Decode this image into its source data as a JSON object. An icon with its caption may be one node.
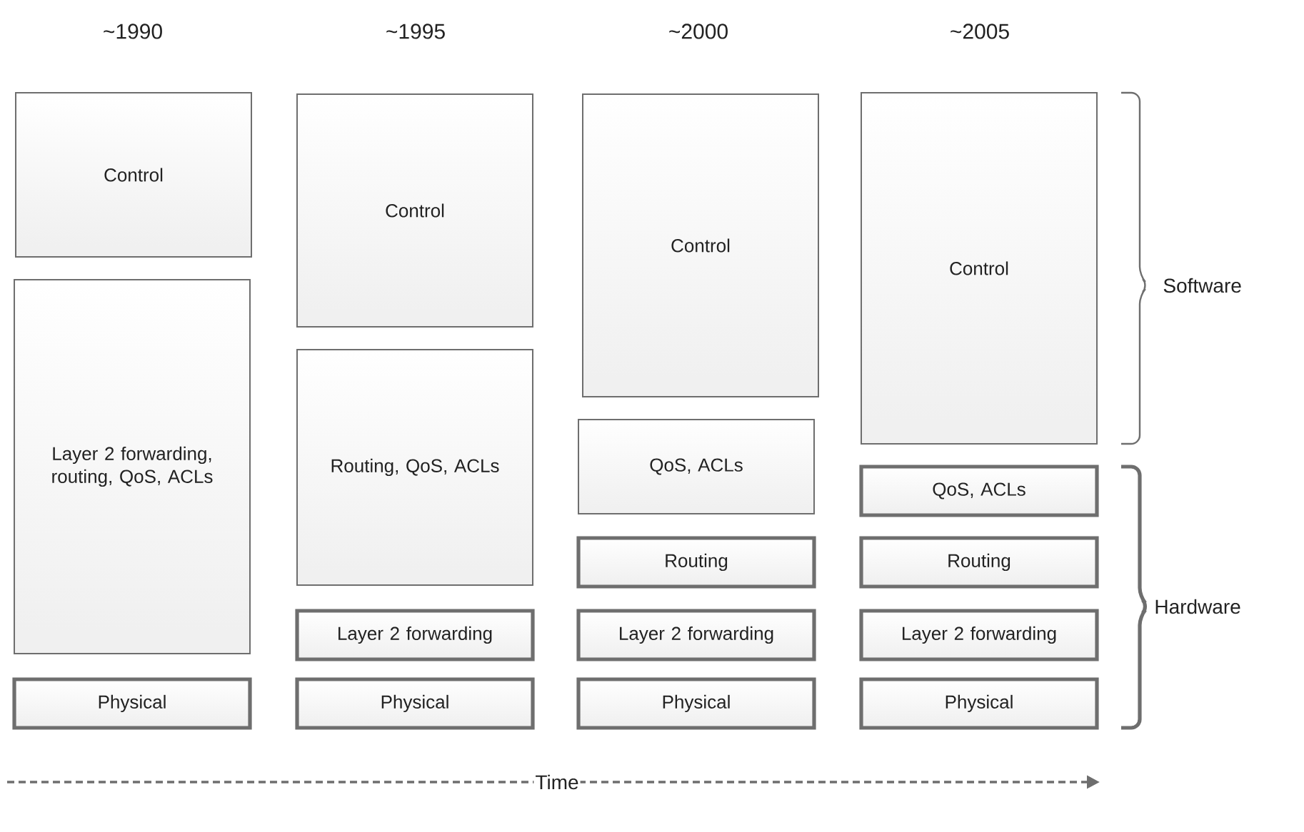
{
  "diagram": {
    "nodes": [
      {
        "text": [
          "Control"
        ]
      },
      {
        "text": [
          "Layer 2 forwarding, routing, QoS, ACLs"
        ]
      },
      {
        "text": [
          "Physical"
        ]
      },
      {
        "text": [
          "Control"
        ]
      },
      {
        "text": [
          "Routing, QoS, ACLs"
        ]
      },
      {
        "text": [
          "Layer 2 forwarding"
        ]
      },
      {
        "text": [
          "Physical"
        ]
      },
      {
        "text": [
          "Control"
        ]
      },
      {
        "text": [
          "QoS, ACLs"
        ]
      },
      {
        "text": [
          "Routing"
        ]
      },
      {
        "text": [
          "Layer 2 forwarding"
        ]
      },
      {
        "text": [
          "Physical"
        ]
      },
      {
        "text": [
          "Control"
        ]
      },
      {
        "text": [
          "QoS, ACLs"
        ]
      },
      {
        "text": [
          "Routing"
        ]
      },
      {
        "text": [
          "Layer 2 forwarding"
        ]
      },
      {
        "text": [
          "Physical"
        ]
      }
    ],
    "labels": [
      "~1990",
      "~1995",
      "~2000",
      "~2005",
      "Software",
      "Hardware",
      "Time"
    ]
  }
}
